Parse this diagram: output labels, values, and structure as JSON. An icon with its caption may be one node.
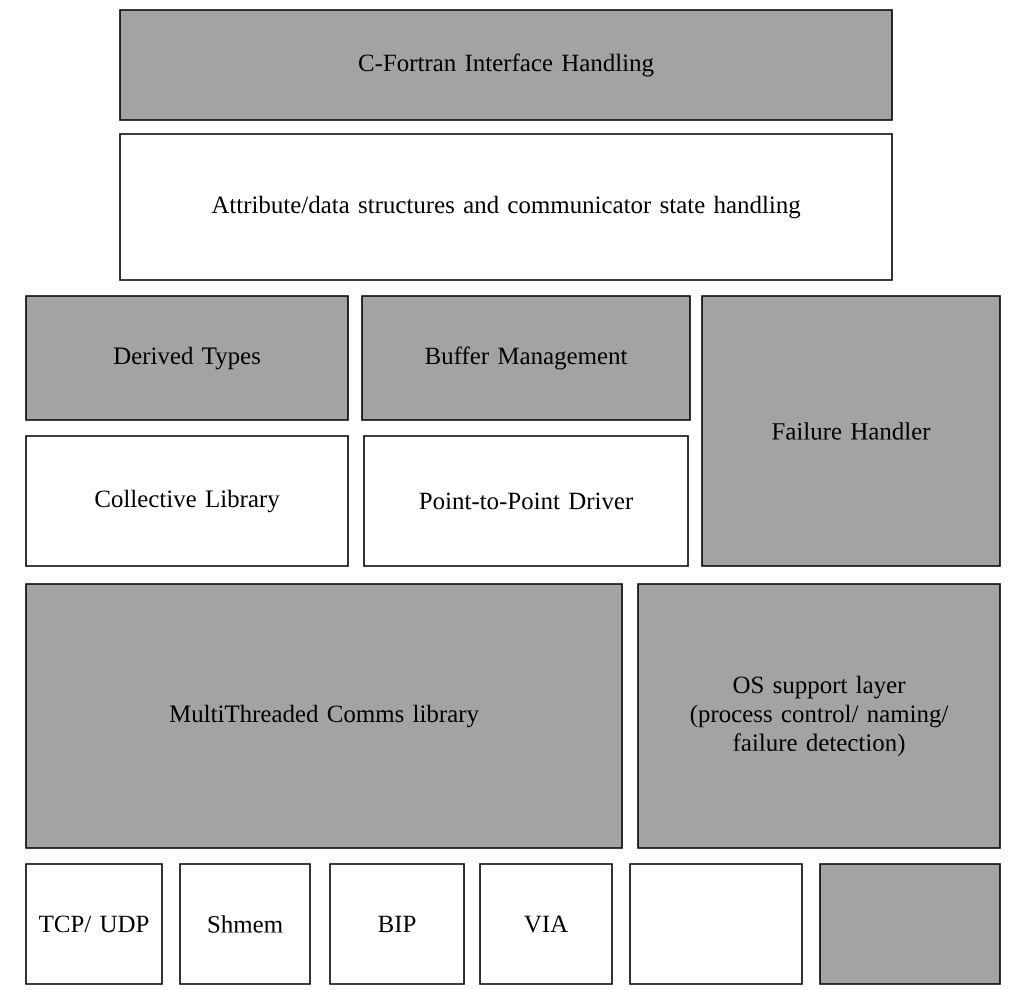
{
  "diagram": {
    "nodes": [
      {
        "text": [
          "C-Fortran Interface Handling"
        ]
      },
      {
        "text": [
          "Attribute/data structures and communicator state handling"
        ]
      },
      {
        "text": [
          "Derived Types"
        ]
      },
      {
        "text": [
          "Buffer Management"
        ]
      },
      {
        "text": [
          "Failure Handler"
        ]
      },
      {
        "text": [
          "Collective Library"
        ]
      },
      {
        "text": [
          "Point-to-Point Driver"
        ]
      },
      {
        "text": [
          "MultiThreaded Comms library"
        ]
      },
      {
        "text": [
          "OS support layer (process control/ naming/ failure detection)"
        ]
      },
      {
        "text": [
          "TCP/ UDP"
        ]
      },
      {
        "text": [
          "Shmem"
        ]
      },
      {
        "text": [
          "BIP"
        ]
      },
      {
        "text": [
          "VIA"
        ]
      },
      {
        "text": [],
        "shape": "box"
      },
      {
        "text": [],
        "shape": "box"
      }
    ]
  }
}
